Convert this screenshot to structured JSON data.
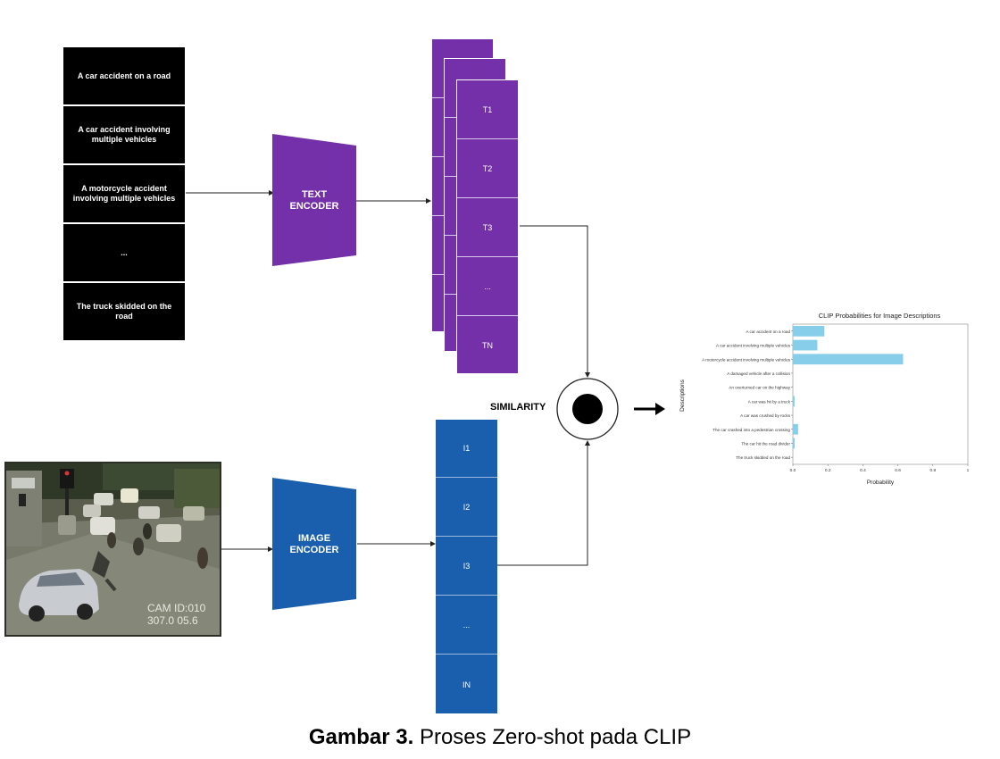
{
  "prompts": [
    "A car accident on a road",
    "A car accident involving multiple vehicles",
    "A motorcycle accident involving multiple vehicles",
    "...",
    "The truck skidded on the road"
  ],
  "text_encoder": {
    "line1": "TEXT",
    "line2": "ENCODER"
  },
  "image_encoder": {
    "line1": "IMAGE",
    "line2": "ENCODER"
  },
  "text_embeddings": [
    "T1",
    "T2",
    "T3",
    "...",
    "TN"
  ],
  "image_embeddings": [
    "I1",
    "I2",
    "I3",
    "...",
    "IN"
  ],
  "similarity_label": "SIMILARITY",
  "camera_overlay": {
    "line1": "CAM ID:010",
    "line2": "307.0 05.6"
  },
  "caption": {
    "bold": "Gambar 3.",
    "text": " Proses Zero-shot pada CLIP"
  },
  "colors": {
    "text_encoder": "#7430a8",
    "image_encoder": "#1a5fad",
    "bars": "#87ceeb"
  },
  "chart_data": {
    "type": "bar",
    "orientation": "horizontal",
    "title": "CLIP Probabilities for Image Descriptions",
    "xlabel": "Probability",
    "ylabel": "Descriptions",
    "xlim": [
      0,
      1
    ],
    "xticks": [
      "0.0",
      "0.2",
      "0.4",
      "0.6",
      "0.8",
      "1"
    ],
    "categories": [
      "A car accident on a road",
      "A car accident involving multiple vehicles",
      "A motorcycle accident involving multiple vehicles",
      "A damaged vehicle after a collision",
      "An overturned car on the highway",
      "A car was hit by a truck",
      "A car was crushed by rocks",
      "The car crashed into a pedestrian crossing",
      "The car hit the road divider",
      "The truck skidded on the road"
    ],
    "values": [
      0.18,
      0.14,
      0.63,
      0.0,
      0.0,
      0.01,
      0.0,
      0.03,
      0.01,
      0.0
    ]
  }
}
